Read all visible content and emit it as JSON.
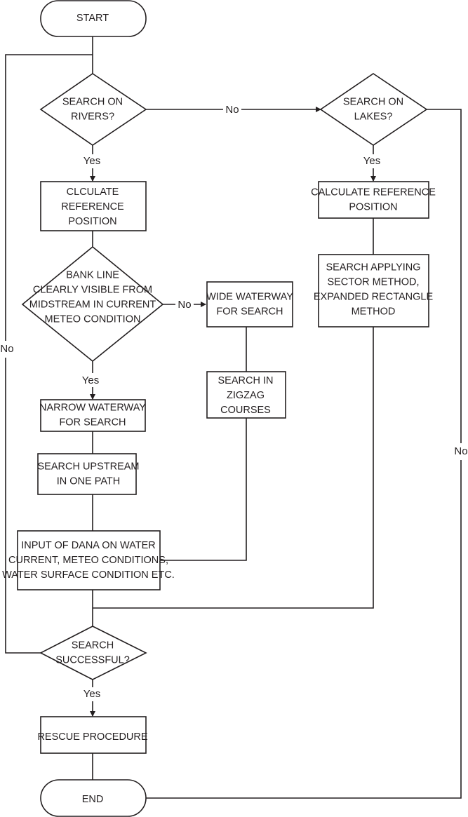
{
  "nodes": {
    "start": {
      "lines": [
        "START"
      ]
    },
    "search_rivers": {
      "lines": [
        "SEARCH ON",
        "RIVERS?"
      ]
    },
    "search_lakes": {
      "lines": [
        "SEARCH ON",
        "LAKES?"
      ]
    },
    "calc_ref_rivers": {
      "lines": [
        "CLCULATE",
        "REFERENCE",
        "POSITION"
      ]
    },
    "calc_ref_lakes": {
      "lines": [
        "CALCULATE REFERENCE",
        "POSITION"
      ]
    },
    "bank_line": {
      "lines": [
        "BANK LINE",
        "CLEARLY VISIBLE FROM",
        "MIDSTREAM IN CURRENT",
        "METEO CONDITION"
      ]
    },
    "wide_waterway": {
      "lines": [
        "WIDE WATERWAY",
        "FOR SEARCH"
      ]
    },
    "search_sector": {
      "lines": [
        "SEARCH APPLYING",
        "SECTOR METHOD,",
        "EXPANDED RECTANGLE",
        "METHOD"
      ]
    },
    "zigzag": {
      "lines": [
        "SEARCH IN",
        "ZIGZAG",
        "COURSES"
      ]
    },
    "narrow_waterway": {
      "lines": [
        "NARROW WATERWAY",
        "FOR SEARCH"
      ]
    },
    "search_upstream": {
      "lines": [
        "SEARCH UPSTREAM",
        "IN ONE PATH"
      ]
    },
    "input_data": {
      "lines": [
        "INPUT OF DANA ON WATER",
        "CURRENT,  METEO CONDITIONS,",
        "WATER SURFACE CONDITION ETC."
      ]
    },
    "search_successful": {
      "lines": [
        "SEARCH",
        "SUCCESSFUL?"
      ]
    },
    "rescue": {
      "lines": [
        "RESCUE PROCEDURE"
      ]
    },
    "end": {
      "lines": [
        "END"
      ]
    }
  },
  "edge_labels": {
    "rivers_no": "No",
    "rivers_yes": "Yes",
    "lakes_yes": "Yes",
    "lakes_no": "No",
    "bank_no": "No",
    "bank_yes": "Yes",
    "success_no": "No",
    "success_yes": "Yes"
  },
  "colors": {
    "stroke": "#231f20",
    "background": "#ffffff"
  }
}
